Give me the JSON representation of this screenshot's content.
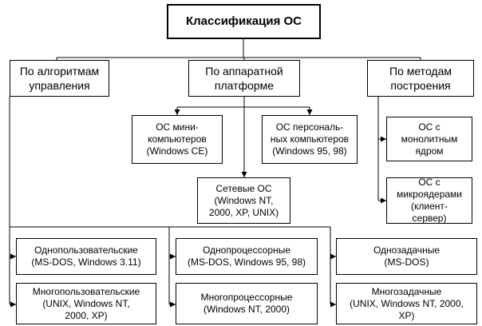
{
  "title": "Классификация ОС",
  "categories": {
    "algorithms": "По алгоритмам\nуправления",
    "hardware": "По аппаратной\nплатформе",
    "construction": "По методам\nпостроения"
  },
  "hardware_items": {
    "mini": "ОС мини-\nкомпьютеров\n(Windows CE)",
    "personal": "ОС персональ-\nных компьютеров\n(Windows 95, 98)",
    "network": "Сетевые ОС\n(Windows NT,\n2000, XP, UNIX)"
  },
  "construction_items": {
    "monolithic": "ОС с\nмонолитным\nядром",
    "microkernel": "ОС с микроядерами (клиент-\nсервер)"
  },
  "bottom_items": {
    "single_user": "Однопользовательские\n(MS-DOS, Windows 3.11)",
    "multi_user": "Многопользовательские\n(UNIX, Windows NT,\n2000, XP)",
    "single_proc": "Однопроцессорные\n(MS-DOS, Windows 95, 98)",
    "multi_proc": "Многопроцессорные\n(Windows NT, 2000)",
    "single_task": "Однозадачные\n(MS-DOS)",
    "multi_task": "Многозадачные\n(UNIX, Windows NT, 2000,\nXP)"
  }
}
